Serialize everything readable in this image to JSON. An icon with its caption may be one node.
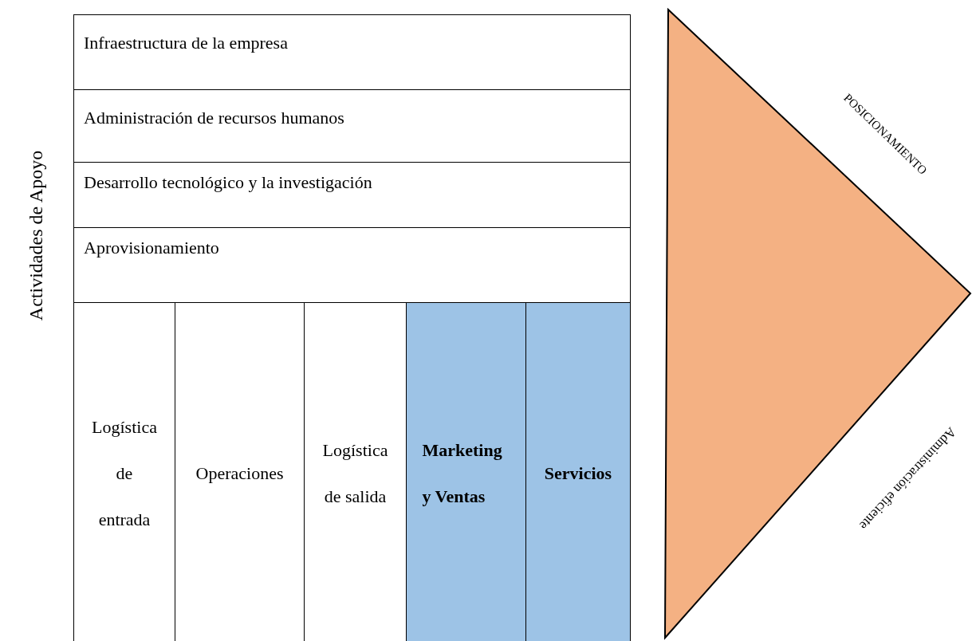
{
  "diagram": {
    "nodes": [
      {
        "text": [
          "Infraestructura de la empresa"
        ]
      },
      {
        "text": [
          "Administración de recursos humanos"
        ]
      },
      {
        "text": [
          "Desarrollo tecnológico y la investigación"
        ]
      },
      {
        "text": [
          "Aprovisionamiento"
        ]
      },
      {
        "text": [
          "Logística de entrada"
        ]
      },
      {
        "text": [
          "Operaciones"
        ]
      },
      {
        "text": [
          "Logística de salida"
        ]
      },
      {
        "text": [
          "Marketing y Ventas"
        ]
      },
      {
        "text": [
          "Servicios"
        ]
      },
      {
        "text": [],
        "shape": "triangle"
      }
    ],
    "edges": [],
    "labels": [
      "Actividades de Apoyo",
      "POSICIONAMIENTO",
      "Administración eficiente"
    ]
  }
}
